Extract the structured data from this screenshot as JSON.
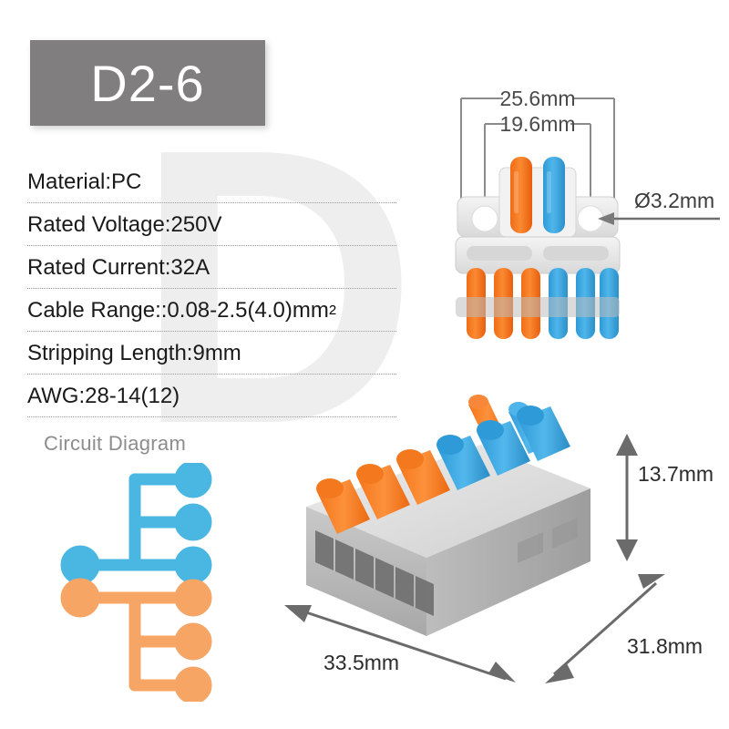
{
  "product": {
    "model": "D2-6",
    "badge_color": "#807e7e",
    "watermark_letter": "D"
  },
  "specs": [
    {
      "label": "Material",
      "value": "PC",
      "text": "Material:PC"
    },
    {
      "label": "Rated Voltage",
      "value": "250V",
      "text": "Rated Voltage:250V"
    },
    {
      "label": "Rated Current",
      "value": "32A",
      "text": "Rated Current:32A"
    },
    {
      "label": "Cable Range",
      "value": "0.08-2.5(4.0)mm²",
      "text": "Cable Range::0.08-2.5(4.0)mm",
      "sup": "2"
    },
    {
      "label": "Stripping Length",
      "value": "9mm",
      "text": "Stripping Length:9mm"
    },
    {
      "label": "AWG",
      "value": "28-14(12)",
      "text": "AWG:28-14(12)"
    }
  ],
  "circuit_diagram": {
    "title": "Circuit Diagram",
    "title_color": "#8d8d8d",
    "blue_color": "#4ab6e2",
    "orange_color": "#f7a565",
    "blue_inputs": 1,
    "blue_outputs": 3,
    "orange_inputs": 1,
    "orange_outputs": 3
  },
  "dimensions": {
    "overall_width": "25.6mm",
    "hole_span": "19.6mm",
    "hole_diameter": "Ø3.2mm",
    "height": "13.7mm",
    "length": "33.5mm",
    "depth": "31.8mm"
  },
  "connector": {
    "body_color": "#e9e9e9",
    "lever_orange": "#f47a20",
    "lever_blue": "#3aa8e0",
    "top_levers": 2,
    "bottom_levers": 6,
    "wire_ports": 6
  }
}
